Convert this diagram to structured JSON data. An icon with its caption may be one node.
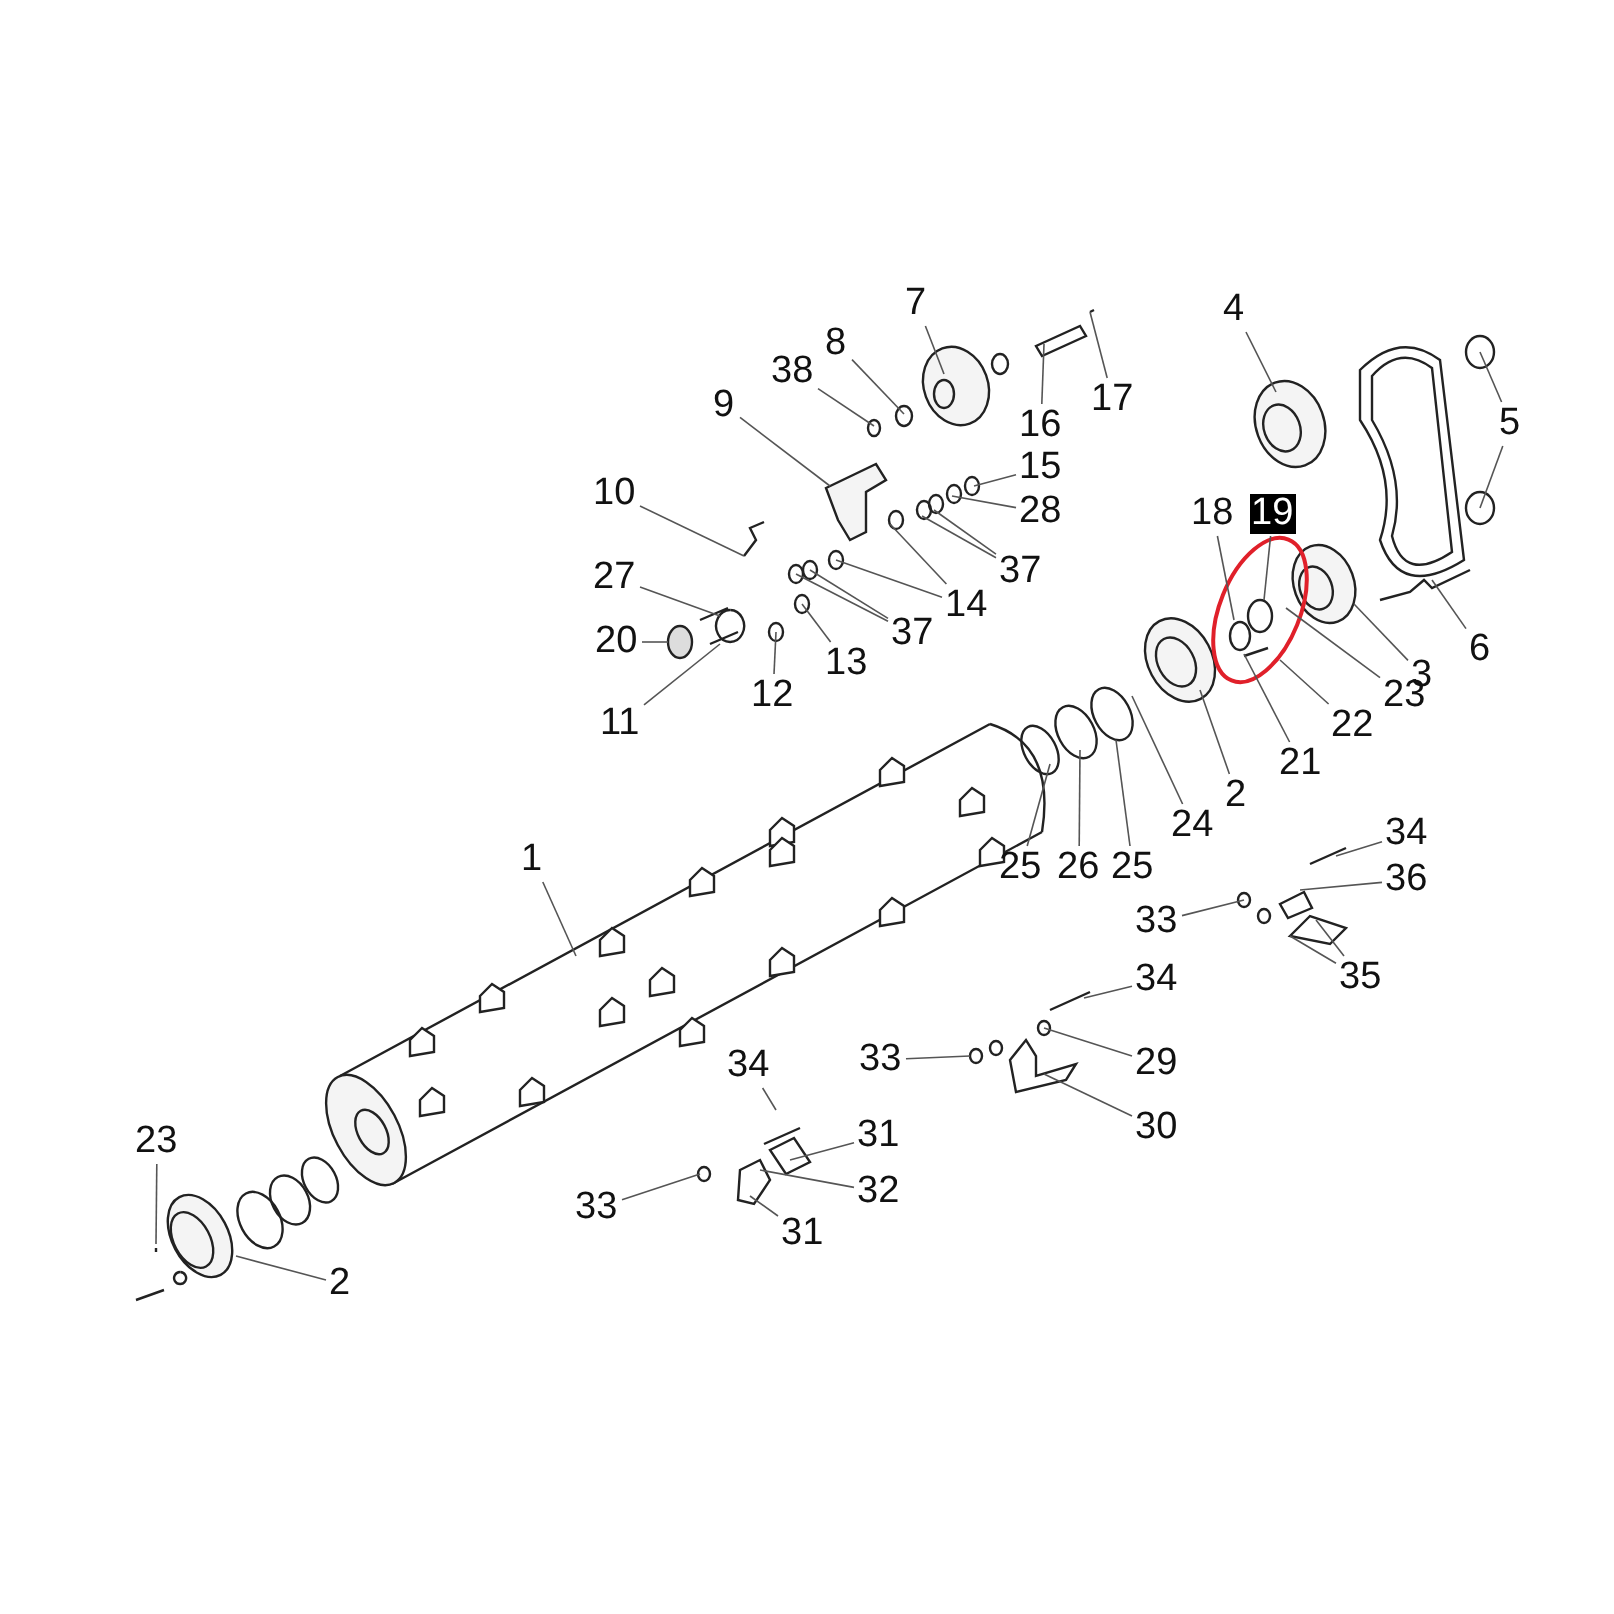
{
  "diagram": {
    "nodes": [
      {
        "text": [
          "7"
        ]
      },
      {
        "text": [
          "8"
        ]
      },
      {
        "text": [
          "38"
        ]
      },
      {
        "text": [
          "16"
        ]
      },
      {
        "text": [
          "17"
        ]
      },
      {
        "text": [
          "4"
        ]
      },
      {
        "text": [
          "9"
        ]
      },
      {
        "text": [
          "5"
        ]
      },
      {
        "text": [
          "15"
        ]
      },
      {
        "text": [
          "10"
        ]
      },
      {
        "text": [
          "28"
        ]
      },
      {
        "text": [
          "18"
        ]
      },
      {
        "text": [
          "19"
        ]
      },
      {
        "text": [
          "37"
        ]
      },
      {
        "text": [
          "27"
        ]
      },
      {
        "text": [
          "14"
        ]
      },
      {
        "text": [
          "3"
        ]
      },
      {
        "text": [
          "20"
        ]
      },
      {
        "text": [
          "6"
        ]
      },
      {
        "text": [
          "13"
        ]
      },
      {
        "text": [
          "37"
        ]
      },
      {
        "text": [
          "23"
        ]
      },
      {
        "text": [
          "22"
        ]
      },
      {
        "text": [
          "12"
        ]
      },
      {
        "text": [
          "11"
        ]
      },
      {
        "text": [
          "21"
        ]
      },
      {
        "text": [
          "2"
        ]
      },
      {
        "text": [
          "24"
        ]
      },
      {
        "text": [
          "25"
        ]
      },
      {
        "text": [
          "26"
        ]
      },
      {
        "text": [
          "25"
        ]
      },
      {
        "text": [
          "34"
        ]
      },
      {
        "text": [
          "1"
        ]
      },
      {
        "text": [
          "36"
        ]
      },
      {
        "text": [
          "33"
        ]
      },
      {
        "text": [
          "35"
        ]
      },
      {
        "text": [
          "34"
        ]
      },
      {
        "text": [
          "29"
        ]
      },
      {
        "text": [
          "33"
        ]
      },
      {
        "text": [
          "30"
        ]
      },
      {
        "text": [
          "34"
        ]
      },
      {
        "text": [
          "31"
        ]
      },
      {
        "text": [
          "23"
        ]
      },
      {
        "text": [
          "33"
        ]
      },
      {
        "text": [
          "32"
        ]
      },
      {
        "text": [
          "31"
        ]
      },
      {
        "text": [
          "2"
        ]
      }
    ],
    "edges": [
      {
        "from": 0,
        "to": null,
        "arrow": "none"
      },
      {
        "from": 1,
        "to": null,
        "arrow": "none"
      },
      {
        "from": 2,
        "to": null,
        "arrow": "none"
      },
      {
        "from": 3,
        "to": null,
        "arrow": "none"
      },
      {
        "from": 4,
        "to": null,
        "arrow": "none"
      },
      {
        "from": 5,
        "to": null,
        "arrow": "none"
      },
      {
        "from": 6,
        "to": null,
        "arrow": "none"
      },
      {
        "from": 7,
        "to": null,
        "arrow": "none"
      },
      {
        "from": 7,
        "to": null,
        "arrow": "none"
      },
      {
        "from": 8,
        "to": null,
        "arrow": "none"
      },
      {
        "from": 9,
        "to": null,
        "arrow": "none"
      },
      {
        "from": 10,
        "to": null,
        "arrow": "none"
      },
      {
        "from": 11,
        "to": null,
        "arrow": "none"
      },
      {
        "from": 12,
        "to": null,
        "arrow": "none"
      },
      {
        "from": 13,
        "to": null,
        "arrow": "none"
      },
      {
        "from": 13,
        "to": null,
        "arrow": "none"
      },
      {
        "from": 14,
        "to": null,
        "arrow": "none"
      },
      {
        "from": 15,
        "to": null,
        "arrow": "none"
      },
      {
        "from": 15,
        "to": null,
        "arrow": "none"
      },
      {
        "from": 16,
        "to": null,
        "arrow": "none"
      },
      {
        "from": 17,
        "to": null,
        "arrow": "none"
      },
      {
        "from": 18,
        "to": null,
        "arrow": "none"
      },
      {
        "from": 19,
        "to": null,
        "arrow": "none"
      },
      {
        "from": 20,
        "to": null,
        "arrow": "none"
      },
      {
        "from": 20,
        "to": null,
        "arrow": "none"
      },
      {
        "from": 21,
        "to": null,
        "arrow": "none"
      },
      {
        "from": 22,
        "to": null,
        "arrow": "none"
      },
      {
        "from": 23,
        "to": null,
        "arrow": "none"
      },
      {
        "from": 24,
        "to": null,
        "arrow": "none"
      },
      {
        "from": 25,
        "to": null,
        "arrow": "none"
      },
      {
        "from": 26,
        "to": null,
        "arrow": "none"
      },
      {
        "from": 27,
        "to": null,
        "arrow": "none"
      },
      {
        "from": 28,
        "to": null,
        "arrow": "none"
      },
      {
        "from": 29,
        "to": null,
        "arrow": "none"
      },
      {
        "from": 30,
        "to": null,
        "arrow": "none"
      },
      {
        "from": 31,
        "to": null,
        "arrow": "none"
      },
      {
        "from": 32,
        "to": null,
        "arrow": "none"
      },
      {
        "from": 33,
        "to": null,
        "arrow": "none"
      },
      {
        "from": 34,
        "to": null,
        "arrow": "none"
      },
      {
        "from": 35,
        "to": null,
        "arrow": "none"
      },
      {
        "from": 35,
        "to": null,
        "arrow": "none"
      },
      {
        "from": 36,
        "to": null,
        "arrow": "none"
      },
      {
        "from": 37,
        "to": null,
        "arrow": "none"
      },
      {
        "from": 38,
        "to": null,
        "arrow": "none"
      },
      {
        "from": 39,
        "to": null,
        "arrow": "none"
      },
      {
        "from": 40,
        "to": null,
        "arrow": "none"
      },
      {
        "from": 41,
        "to": null,
        "arrow": "none"
      },
      {
        "from": 42,
        "to": null,
        "arrow": "none"
      },
      {
        "from": 43,
        "to": null,
        "arrow": "none"
      },
      {
        "from": 44,
        "to": null,
        "arrow": "none"
      },
      {
        "from": 45,
        "to": null,
        "arrow": "none"
      },
      {
        "from": 46,
        "to": null,
        "arrow": "none"
      }
    ]
  }
}
